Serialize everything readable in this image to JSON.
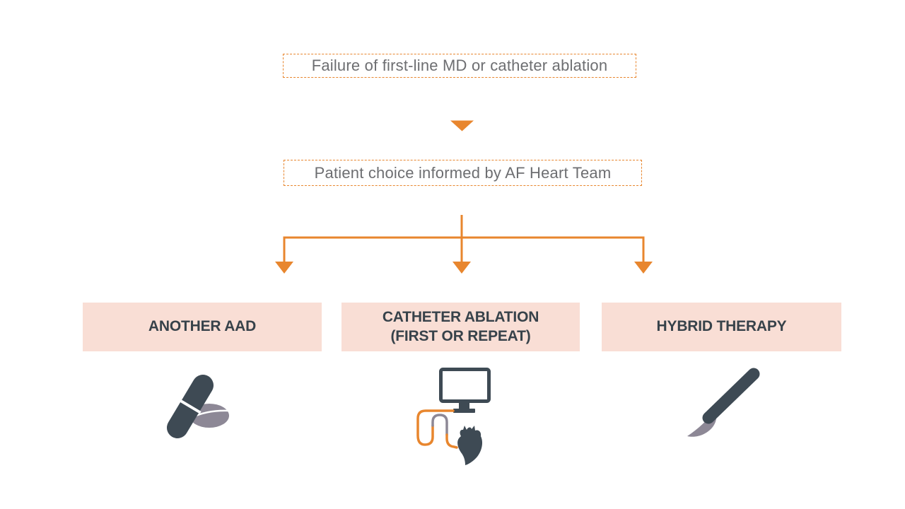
{
  "flow": {
    "step1_label": "Failure of first-line MD or catheter ablation",
    "step2_label": "Patient choice informed by AF Heart Team"
  },
  "options": [
    {
      "line1": "ANOTHER AAD",
      "icon": "capsule-and-tablet-icon"
    },
    {
      "line1": "CATHETER ABLATION",
      "line2": "(FIRST OR REPEAT)",
      "icon": "monitor-catheter-heart-icon"
    },
    {
      "line1": "HYBRID THERAPY",
      "icon": "scalpel-icon"
    }
  ],
  "colors": {
    "accent_orange": "#E8862E",
    "option_box_pink": "#F9DED5",
    "option_text_dark": "#37424A",
    "step_text_gray": "#6D6E71",
    "icon_dark_slate": "#3E4A54",
    "icon_gray_mauve": "#8D8896",
    "background": "#FFFFFF"
  }
}
